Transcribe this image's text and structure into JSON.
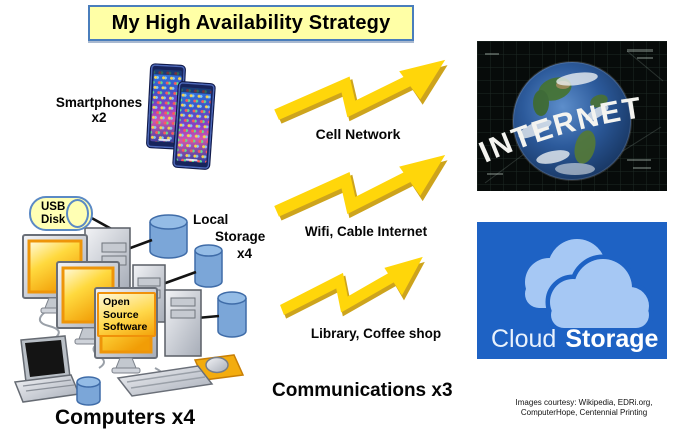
{
  "title": {
    "text": "My High Availability Strategy"
  },
  "sources": {
    "smartphones": {
      "line1": "Smartphones",
      "line2": "x2"
    },
    "usb_disk": {
      "line1": "USB",
      "line2": "Disk"
    },
    "local_storage": {
      "line1": "Local",
      "line2": "Storage",
      "line3": "x4"
    },
    "open_source": {
      "line1": "Open",
      "line2": "Source",
      "line3": "Software"
    },
    "computers": {
      "label": "Computers x4"
    }
  },
  "communications": {
    "label": "Communications x3",
    "channels": [
      {
        "label": "Cell Network"
      },
      {
        "label": "Wifi, Cable Internet"
      },
      {
        "label": "Library, Coffee shop"
      }
    ]
  },
  "destinations": {
    "internet": {
      "label": "INTERNET"
    },
    "cloud": {
      "word1": "Cloud",
      "word2": "Storage"
    }
  },
  "credits": {
    "line1": "Images courtesy: Wikipedia, EDRi.org,",
    "line2": "ComputerHope, Centennial Printing"
  },
  "colors": {
    "title_bg": "#ffffa6",
    "title_border": "#4a7ebc",
    "arrow": "#ffd60a",
    "arrow_shade": "#c89a04",
    "storage_cylinder": "#7ba6d8",
    "screen_orange": "#f4a50c",
    "note_yellow": "#ffffb4",
    "cloud_bg": "#1e62c4",
    "cloud_shape": "#a6c8f4"
  }
}
